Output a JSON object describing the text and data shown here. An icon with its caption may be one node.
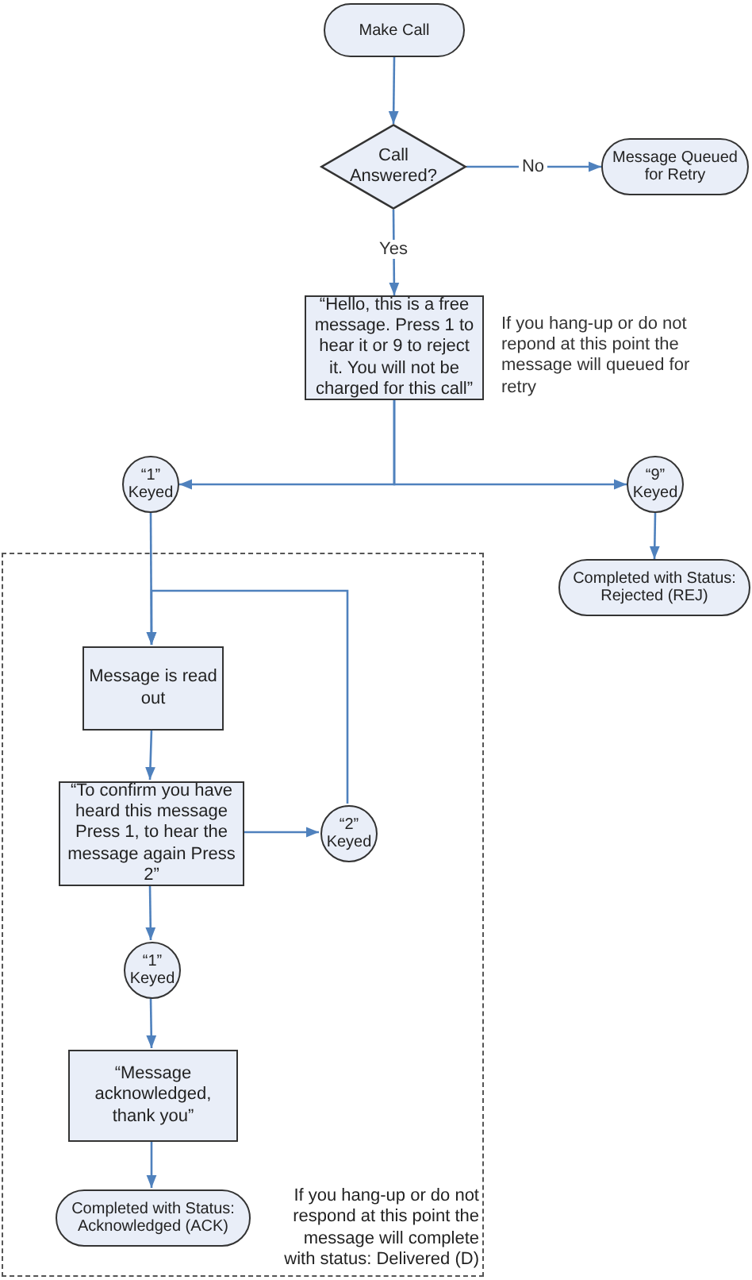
{
  "diagram": {
    "nodes": [
      {
        "text": [
          "Make Call"
        ]
      },
      {
        "text": [
          "Call Answered?"
        ]
      },
      {
        "text": [
          "Message Queued for Retry"
        ]
      },
      {
        "text": [
          "“Hello, this is a free message. Press 1 to hear it or 9 to reject it. You will not be charged for this call”"
        ],
        "beside": [
          "If you hang-up or do not repond at this point the message will queued for retry"
        ]
      },
      {
        "text": [
          "“1” Keyed"
        ]
      },
      {
        "text": [
          "“9” Keyed"
        ]
      },
      {
        "text": [
          "Completed with Status: Rejected (REJ)"
        ]
      },
      {
        "text": [
          "If you hang-up or do not respond at this point the message will complete with status: Delivered (D)"
        ]
      },
      {
        "text": [
          "Message is read out"
        ],
        "in": 7
      },
      {
        "text": [
          "“To confirm you have heard this message Press 1, to hear the message again Press 2”"
        ],
        "in": 7
      },
      {
        "text": [
          "“2” Keyed"
        ],
        "in": 7
      },
      {
        "text": [
          "“1” Keyed"
        ],
        "in": 7
      },
      {
        "text": [
          "“Message acknowledged, thank you”"
        ],
        "in": 7
      },
      {
        "text": [
          "Completed with Status: Acknowledged (ACK)"
        ],
        "in": 7
      }
    ],
    "edges": [
      {
        "from": 0,
        "to": 1,
        "arrow": "to"
      },
      {
        "from": 1,
        "to": 2,
        "arrow": "to",
        "label": "No"
      },
      {
        "from": 1,
        "to": 3,
        "arrow": "to",
        "label": "Yes"
      },
      {
        "from": 3,
        "to": 4,
        "arrow": "to"
      },
      {
        "from": 3,
        "to": 5,
        "arrow": "to"
      },
      {
        "from": 5,
        "to": 6,
        "arrow": "to"
      },
      {
        "from": 4,
        "to": 8,
        "arrow": "to"
      },
      {
        "from": 10,
        "to": 8,
        "arrow": "to"
      },
      {
        "from": 8,
        "to": 9,
        "arrow": "to"
      },
      {
        "from": 9,
        "to": 10,
        "arrow": "to"
      },
      {
        "from": 9,
        "to": 11,
        "arrow": "to"
      },
      {
        "from": 11,
        "to": 12,
        "arrow": "to"
      },
      {
        "from": 12,
        "to": 13,
        "arrow": "to"
      }
    ]
  }
}
